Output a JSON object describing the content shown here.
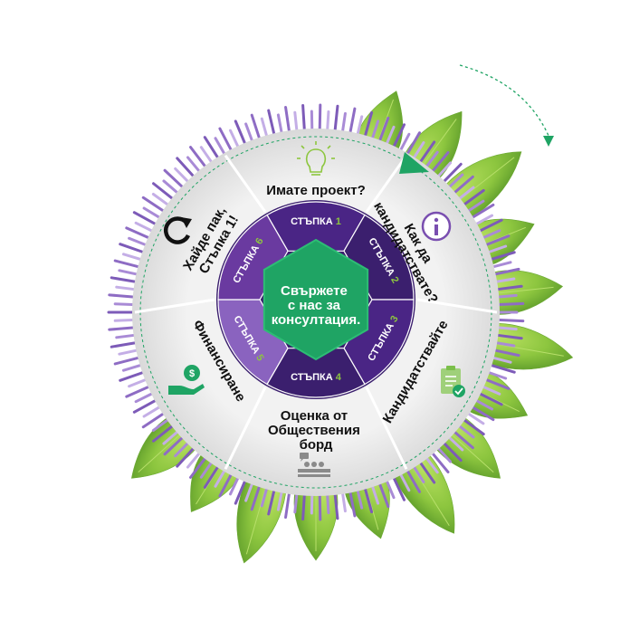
{
  "center": {
    "lines": [
      "Свържете",
      "с нас за",
      "консултация."
    ]
  },
  "steps": [
    {
      "label": "СТЪПКА",
      "number": "1"
    },
    {
      "label": "СТЪПКА",
      "number": "2"
    },
    {
      "label": "СТЪПКА",
      "number": "3"
    },
    {
      "label": "СТЪПКА",
      "number": "4"
    },
    {
      "label": "СТЪПКА",
      "number": "5"
    },
    {
      "label": "СТЪПКА",
      "number": "6"
    }
  ],
  "segments": [
    {
      "lines": [
        "Имате проект?"
      ],
      "icon": "lightbulb-icon"
    },
    {
      "lines": [
        "Как да",
        "кандидатствате?"
      ],
      "icon": "info-icon"
    },
    {
      "lines": [
        "Кандидатствайте"
      ],
      "icon": "clipboard-check-icon"
    },
    {
      "lines": [
        "Оценка от",
        "Обществения",
        "борд"
      ],
      "icon": "board-meeting-icon"
    },
    {
      "lines": [
        "Финансиране"
      ],
      "icon": "money-hand-icon"
    },
    {
      "lines": [
        "Хайде пак,",
        "Стъпка 1!"
      ],
      "icon": "refresh-icon"
    }
  ],
  "colors": {
    "green": "#1fa464",
    "leaf": "#8dc63f",
    "purple_dark": "#3b1f6e",
    "purple_mid": "#6a3aa0",
    "purple_light": "#9b72c9",
    "ring_grey": "#e6e6e6",
    "flower": "#a98bd6"
  }
}
